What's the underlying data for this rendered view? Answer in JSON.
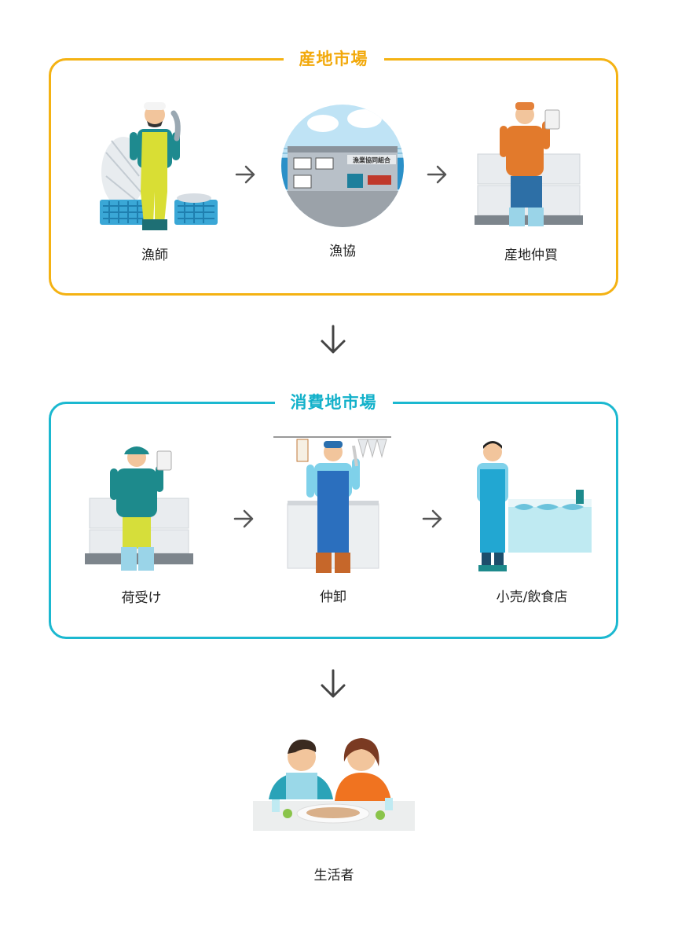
{
  "origin_market": {
    "title": "産地市場",
    "color": "#f4b213",
    "stages": [
      {
        "label": "漁師",
        "icon": "fisherman-icon"
      },
      {
        "label": "漁協",
        "icon": "fishing-cooperative-icon",
        "building_sign": "漁業協同組合"
      },
      {
        "label": "産地仲買",
        "icon": "origin-broker-icon"
      }
    ]
  },
  "consumer_market": {
    "title": "消費地市場",
    "color": "#1bb8d0",
    "stages": [
      {
        "label": "荷受け",
        "icon": "receiver-icon"
      },
      {
        "label": "仲卸",
        "icon": "intermediate-wholesaler-icon"
      },
      {
        "label": "小売/飲食店",
        "icon": "retail-restaurant-icon"
      }
    ]
  },
  "consumer": {
    "label": "生活者",
    "icon": "consumers-dining-icon"
  }
}
